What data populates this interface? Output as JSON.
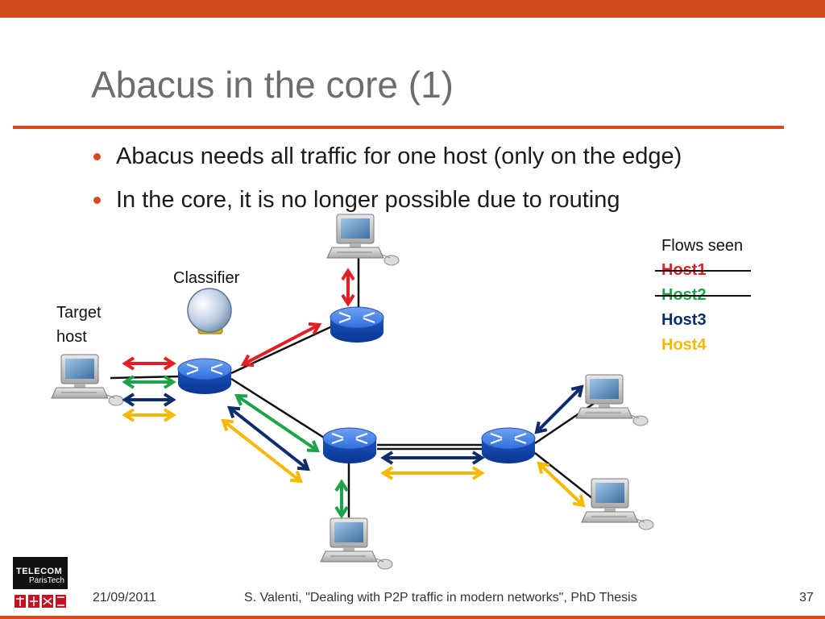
{
  "slide": {
    "title": "Abacus in the core (1)",
    "bullets": [
      "Abacus needs all traffic for one host (only on the edge)",
      "In the core, it is no longer possible due to routing"
    ]
  },
  "diagram": {
    "labels": {
      "classifier": "Classifier",
      "target_host_line1": "Target",
      "target_host_line2": "host"
    },
    "flows_seen": {
      "title": "Flows seen",
      "items": [
        {
          "label": "Host1",
          "color": "#e31e24",
          "struck": true
        },
        {
          "label": "Host2",
          "color": "#1fa34a",
          "struck": true
        },
        {
          "label": "Host3",
          "color": "#0d2c6c",
          "struck": false
        },
        {
          "label": "Host4",
          "color": "#f6b800",
          "struck": false
        }
      ]
    },
    "colors": {
      "host1": "#e31e24",
      "host2": "#1fa34a",
      "host3": "#0d2c6c",
      "host4": "#f6b800",
      "router": "#1f5fd1"
    }
  },
  "footer": {
    "date": "21/09/2011",
    "citation": "S. Valenti, \"Dealing with P2P traffic in modern networks\", PhD Thesis",
    "page": "37",
    "logo_line1": "TELECOM",
    "logo_line2": "ParisTech"
  }
}
